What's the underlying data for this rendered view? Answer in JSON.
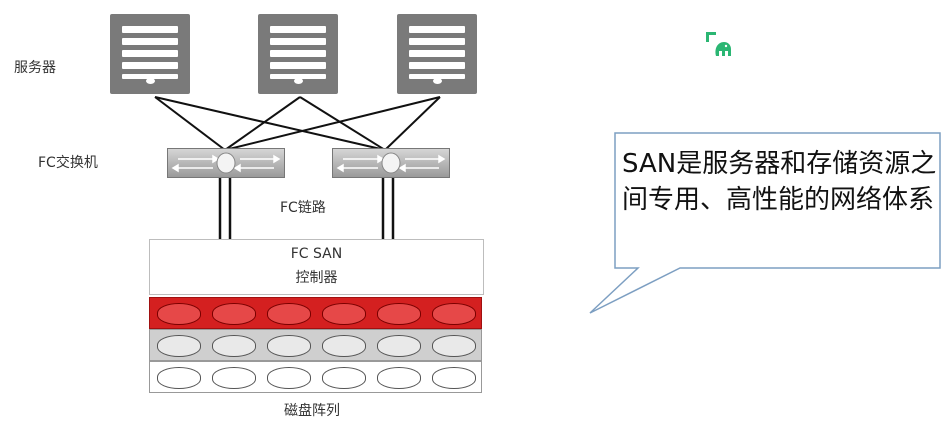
{
  "labels": {
    "servers": "服务器",
    "fc_switch": "FC交换机",
    "fc_link": "FC链路",
    "san_line1": "FC SAN",
    "san_line2": "控制器",
    "disk_array": "磁盘阵列"
  },
  "callout": {
    "text": "SAN是服务器和存储资源之间专用、高性能的网络体系"
  },
  "colors": {
    "server": "#7a7a7a",
    "disk_red": "#d42020",
    "disk_gray": "#cfcfcf",
    "callout_border": "#7d9fc2",
    "logo_green": "#2bb673"
  },
  "icons": [
    "server-icon",
    "fc-switch-icon",
    "disk-icon",
    "logo-icon"
  ]
}
